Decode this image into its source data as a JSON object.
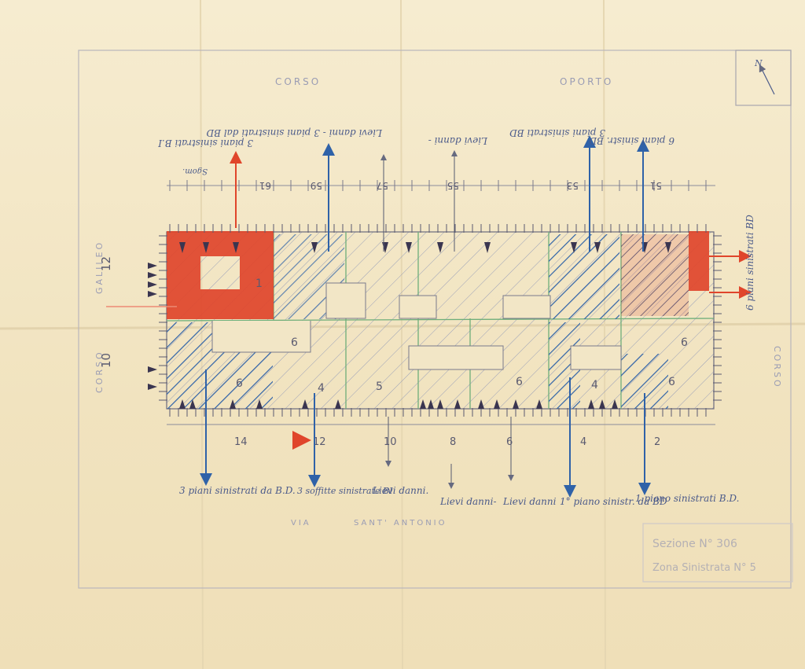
{
  "colors": {
    "paper": "#f2e6c6",
    "pencil_gray": "#8c8c9c",
    "blue_crayon": "#2f62a8",
    "red_crayon": "#e0452b",
    "green_pencil": "#6fae7a",
    "hatch_navy": "#2d3f6e"
  },
  "streets": {
    "top_left": "CORSO",
    "top_right": "OPORTO",
    "left_upper": "GALILEO",
    "left_lower": "CORSO",
    "right": "CORSO",
    "bottom_left": "VIA",
    "bottom_mid": "SANT' ANTONIO"
  },
  "north_arrow": {
    "label": "N"
  },
  "top_numbers": [
    "61",
    "59",
    "57",
    "55",
    "53",
    "51"
  ],
  "top_notes": [
    "3 piani sinistrati B.I",
    "Sgom.",
    "Lievi danni - 3 piani sinistrati dal BD",
    "Lievi danni -",
    "3 piani sinistrati BD",
    "6 piani sinistr. BD"
  ],
  "left_numbers": [
    "12",
    "10"
  ],
  "bottom_numbers": [
    "14",
    "12",
    "10",
    "8",
    "6",
    "4",
    "2"
  ],
  "bottom_notes": [
    "3 piani sinistrati da B.D.",
    "3 soffitte sinistrate BI",
    "Lievi danni.",
    "Lievi danni-",
    "Lievi danni",
    "1° piano sinistr. da BD",
    "1 piano sinistrati B.D."
  ],
  "right_note": "6 piani sinistrati BD",
  "floor_labels": [
    "1",
    "6",
    "4",
    "5",
    "6",
    "6",
    "4",
    "6",
    "6"
  ],
  "stamp": {
    "line1": "Sezione N° 306",
    "line2": "Zona Sinistrata N° 5"
  }
}
